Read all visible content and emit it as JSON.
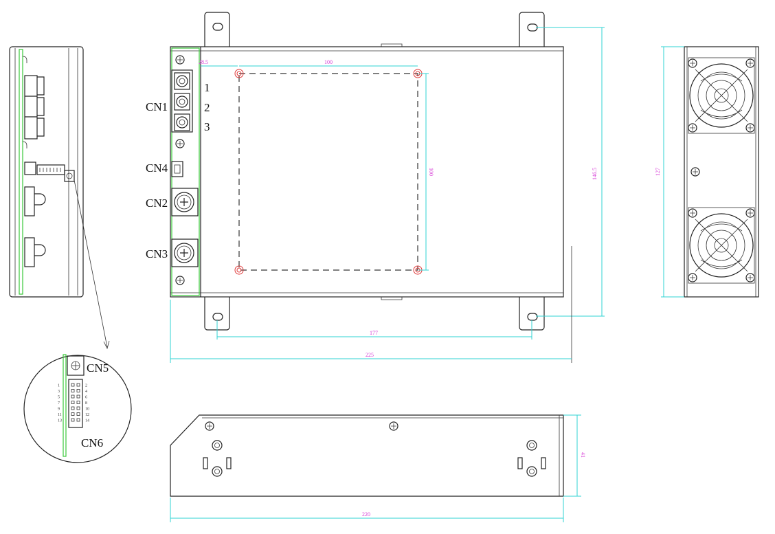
{
  "views": {
    "front": {
      "connectors": [
        "CN1",
        "CN4",
        "CN2",
        "CN3"
      ],
      "terminal_numbers": [
        "1",
        "2",
        "3"
      ],
      "dimensions": {
        "offset": "28.5",
        "hole_span_x": "100",
        "hole_span_y": "100",
        "height": "146.5",
        "hole_pitch": "177",
        "length": "225"
      }
    },
    "detail": {
      "labels": [
        "CN5",
        "CN6"
      ],
      "pin_numbers_left": [
        "1",
        "3",
        "5",
        "7",
        "9",
        "11",
        "13"
      ],
      "pin_numbers_right": [
        "2",
        "4",
        "6",
        "8",
        "10",
        "12",
        "14"
      ]
    },
    "fan_side": {
      "dimensions": {
        "height": "127"
      }
    },
    "bottom": {
      "dimensions": {
        "height": "41",
        "length": "220"
      }
    }
  },
  "colors": {
    "dimension_line": "#2fd3d3",
    "dimension_text": "#d63ad6",
    "pcb_edge": "#37c837",
    "mount_hole": "#e03a3a",
    "outline": "#222222"
  }
}
